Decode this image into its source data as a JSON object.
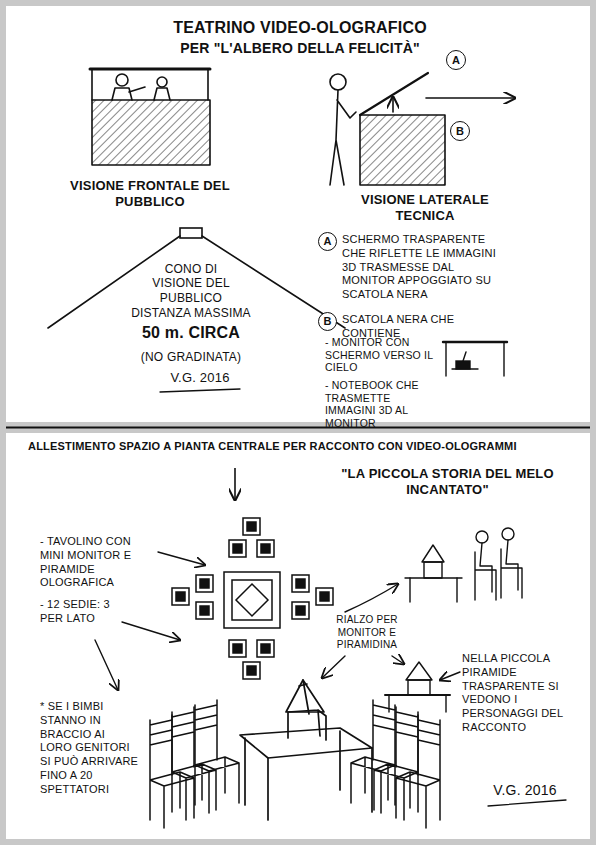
{
  "diagram": {
    "title": "TEATRINO VIDEO-OLOGRAFICO",
    "nodes": [
      {
        "text": [
          "A"
        ]
      },
      {
        "text": [
          "B"
        ]
      },
      {
        "text": [
          "A"
        ]
      },
      {
        "text": [
          "B"
        ]
      }
    ],
    "labels": [
      "PER \"L'ALBERO DELLA FELICITÀ\"",
      "VISIONE FRONTALE DEL PUBBLICO",
      "VISIONE LATERALE TECNICA",
      "CONO DI VISIONE DEL PUBBLICO",
      "DISTANZA MASSIMA",
      "50 m. CIRCA",
      "(NO GRADINATA)",
      "V.G. 2016",
      "SCHERMO TRASPARENTE CHE RIFLETTE LE IMMAGINI 3D TRASMESSE DAL MONITOR APPOGGIATO SU SCATOLA NERA",
      "SCATOLA NERA CHE CONTIENE",
      "- MONITOR CON SCHERMO VERSO IL CIELO",
      "- NOTEBOOK CHE TRASMETTE IMMAGINI 3D AL MONITOR",
      "ALLESTIMENTO SPAZIO A PIANTA CENTRALE PER RACCONTO CON VIDEO-OLOGRAMMI",
      "\"LA PICCOLA STORIA DEL MELO INCANTATO\"",
      "- TAVOLINO CON MINI MONITOR E PIRAMIDE OLOGRAFICA",
      "- 12 SEDIE: 3 PER LATO",
      "* SE I BIMBI STANNO IN BRACCIO AI LORO GENITORI SI PUÒ ARRIVARE FINO A 20 SPETTATORI",
      "RIALZO PER MONITOR E PIRAMIDINA",
      "NELLA PICCOLA PIRAMIDE TRASPARENTE SI VEDONO I PERSONAGGI DEL RACCONTO",
      "V.G. 2016"
    ]
  }
}
